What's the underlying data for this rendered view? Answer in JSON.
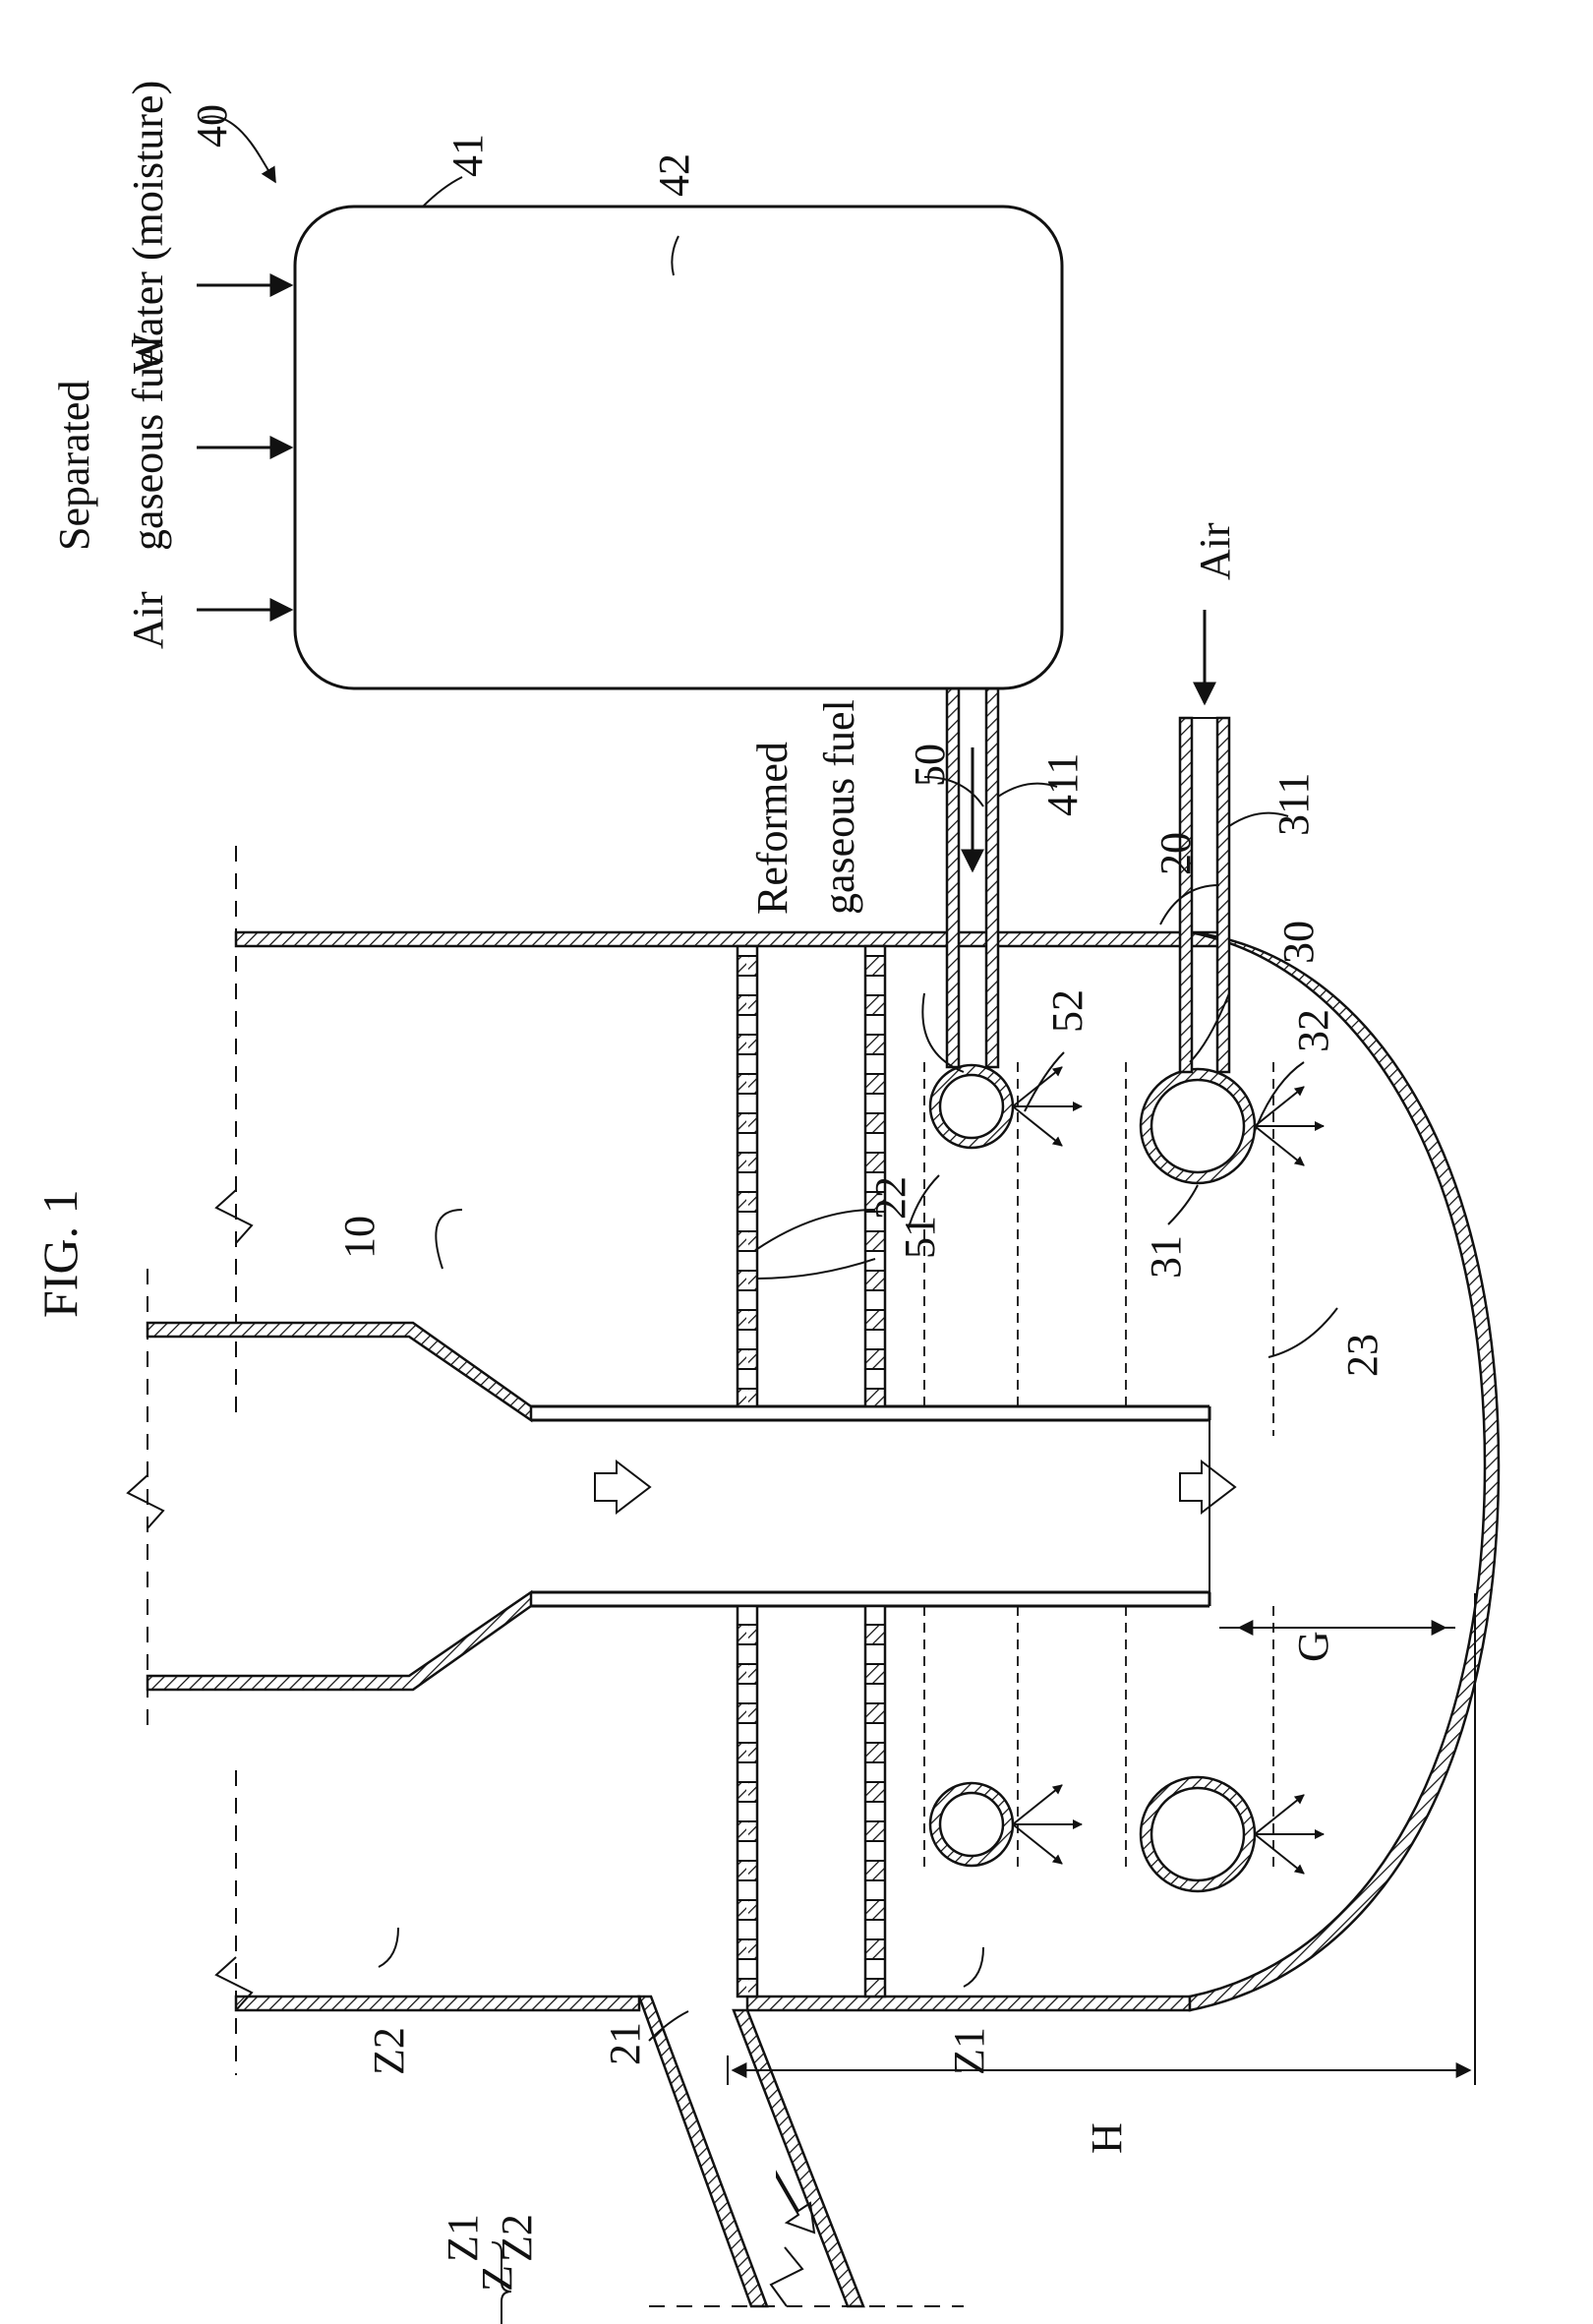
{
  "figure": {
    "title": "FIG. 1",
    "labels": {
      "burner_tube": "10",
      "chamber": "20",
      "outlet_duct": "21",
      "porous_plates": "22",
      "end_cap": "23",
      "air_injector": "30",
      "air_ring_pipe": "31",
      "air_holes": "32",
      "air_supply_pipe": "311",
      "reformer": "40",
      "reformer_housing": "41",
      "reformer_interior": "42",
      "reformer_outlet_pipe": "411",
      "fuel_injector": "50",
      "fuel_ring_pipe": "51",
      "fuel_holes": "52",
      "zone_z1": "Z1",
      "zone_z2": "Z2",
      "zone_group": "Z",
      "gap": "G",
      "height": "H"
    },
    "inputs": {
      "air": "Air",
      "separated_line1": "Separated",
      "separated_line2": "gaseous fuel",
      "water": "Water (moisture)",
      "air_right": "Air"
    },
    "reformed_line1": "Reformed",
    "reformed_line2": "gaseous fuel"
  }
}
